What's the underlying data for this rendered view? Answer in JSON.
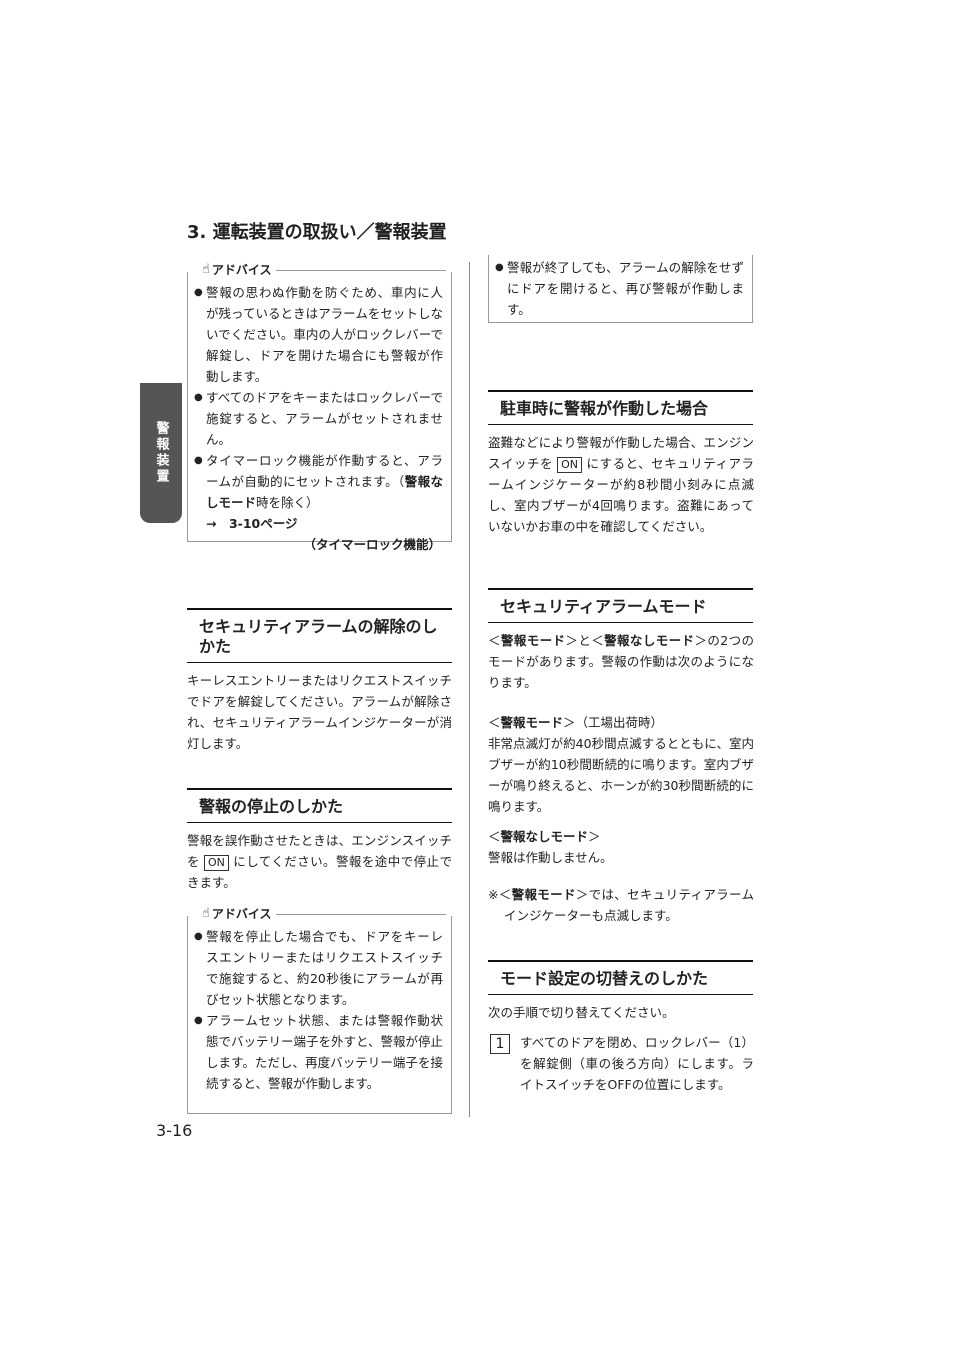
{
  "side_tab": "警報装置",
  "chapter_title": "3. 運転装置の取扱い／警報装置",
  "advice1": {
    "label": "アドバイス",
    "b1": "警報の思わぬ作動を防ぐため、車内に人が残っているときはアラームをセットしないでください。車内の人がロックレバーで解錠し、ドアを開けた場合にも警報が作動します。",
    "b2": "すべてのドアをキーまたはロックレバーで施錠すると、アラームがセットされません。",
    "b3_a": "タイマーロック機能が作動すると、アラームが自動的にセットされます。（",
    "b3_bold": "警報なしモード",
    "b3_b": "時を除く）",
    "ref_line1": "→　3-10ページ",
    "ref_line2": "（タイマーロック機能）"
  },
  "s_release": {
    "title": "セキュリティアラームの解除のしかた",
    "body": "キーレスエントリーまたはリクエストスイッチでドアを解錠してください。アラームが解除され、セキュリティアラームインジケーターが消灯します。"
  },
  "s_stop": {
    "title": "警報の停止のしかた",
    "body_a": "警報を誤作動させたときは、エンジンスイッチを",
    "on": "ON",
    "body_b": "にしてください。警報を途中で停止できます。"
  },
  "advice2": {
    "label": "アドバイス",
    "b1": "警報を停止した場合でも、ドアをキーレスエントリーまたはリクエストスイッチで施錠すると、約20秒後にアラームが再びセット状態となります。",
    "b2": "アラームセット状態、または警報作動状態でバッテリー端子を外すと、警報が停止します。ただし、再度バッテリー端子を接続すると、警報が作動します。"
  },
  "advice3": {
    "b1": "警報が終了しても、アラームの解除をせずにドアを開けると、再び警報が作動します。"
  },
  "s_parked": {
    "title": "駐車時に警報が作動した場合",
    "body_a": "盗難などにより警報が作動した場合、エンジンスイッチを",
    "on": "ON",
    "body_b": "にすると、セキュリティアラームインジケーターが約8秒間小刻みに点滅し、室内ブザーが4回鳴ります。盗難にあっていないかお車の中を確認してください。"
  },
  "s_mode": {
    "title": "セキュリティアラームモード",
    "intro_1": "＜",
    "intro_bold1": "警報モード",
    "intro_2": "＞と＜",
    "intro_bold2": "警報なしモード",
    "intro_3": "＞の2つのモードがあります。警報の作動は次のようになります。",
    "m1_open": "＜",
    "m1_bold": "警報モード",
    "m1_close": "＞（工場出荷時）",
    "m1_body": "非常点滅灯が約40秒間点滅するとともに、室内ブザーが約10秒間断続的に鳴ります。室内ブザーが鳴り終えると、ホーンが約30秒間断続的に鳴ります。",
    "m2_open": "＜",
    "m2_bold": "警報なしモード",
    "m2_close": "＞",
    "m2_body": "警報は作動しません。",
    "note_a": "※＜",
    "note_bold": "警報モード",
    "note_b": "＞では、セキュリティアラームインジケーターも点滅します。"
  },
  "s_switch": {
    "title": "モード設定の切替えのしかた",
    "intro": "次の手順で切り替えてください。",
    "step_num": "1",
    "step_body": "すべてのドアを閉め、ロックレバー（1）を解錠側（車の後ろ方向）にします。ライトスイッチをOFFの位置にします。"
  },
  "page_number": "3-16"
}
